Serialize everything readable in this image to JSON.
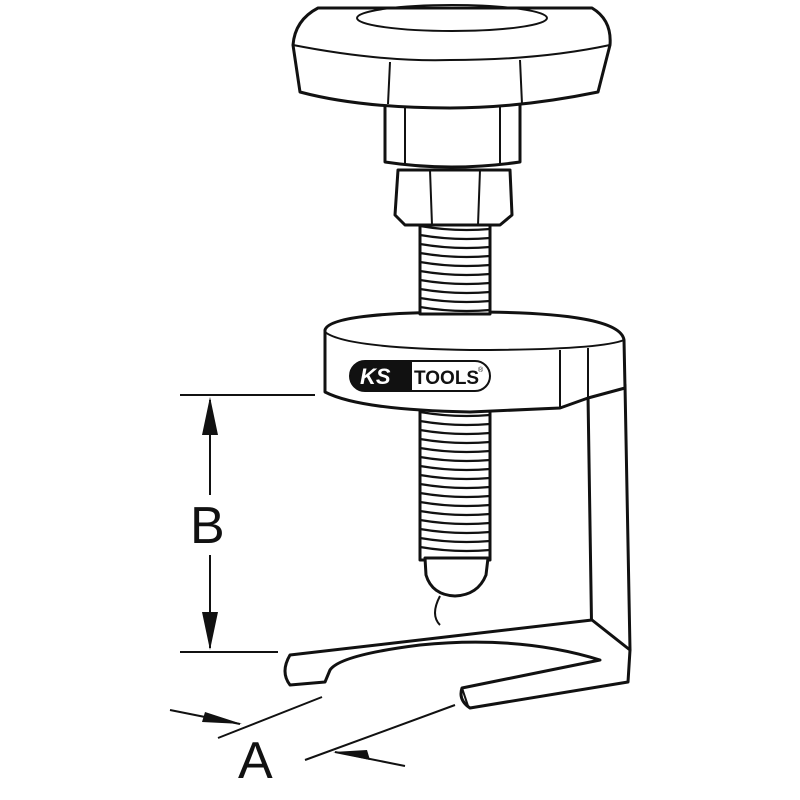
{
  "diagram": {
    "dimension_labels": {
      "a": "A",
      "b": "B"
    },
    "logo": {
      "left": "KS",
      "right": "TOOLS",
      "mark": "®"
    },
    "colors": {
      "line": "#111111",
      "background": "#ffffff"
    }
  }
}
